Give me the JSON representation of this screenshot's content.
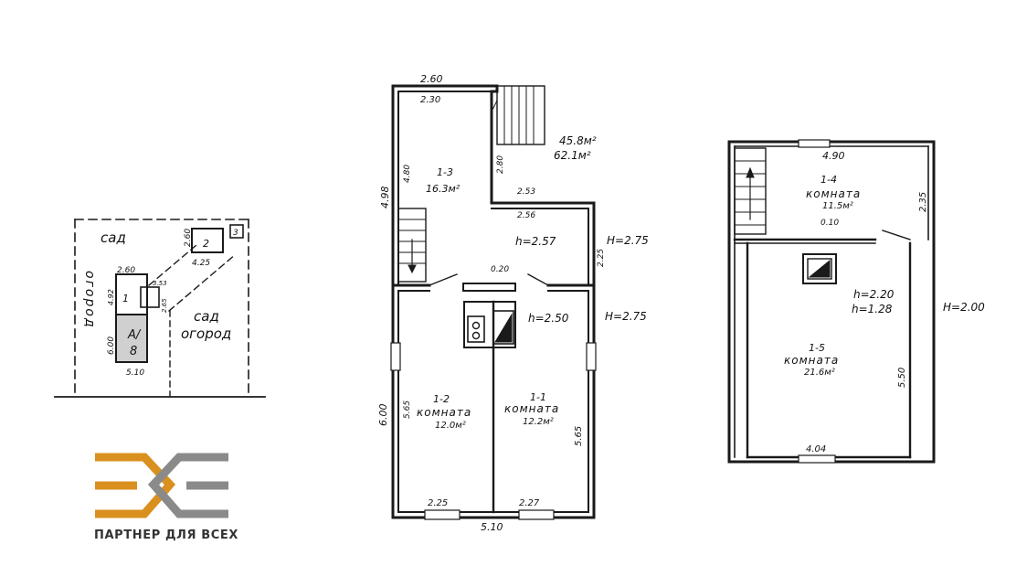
{
  "site_plan": {
    "garden_top": "сад",
    "building_2_number": "2",
    "building_3_number": "3",
    "dim_260_side": "2.60",
    "dim_425": "4.25",
    "dim_260_top": "2.60",
    "dim_492": "4.92",
    "dim_353": "3.53",
    "dim_265": "2.65",
    "section_1": "1",
    "dim_600": "6.00",
    "house_label_a": "А/",
    "house_label_b": "8",
    "dim_510": "5.10",
    "vegetable_garden_left": "огород",
    "garden_vegetable_right_1": "сад",
    "garden_vegetable_right_2": "огород"
  },
  "ground_floor": {
    "dim_top_outer": "2.60",
    "dim_top_inner": "2.30",
    "area_total_1": "45.8м²",
    "area_total_2": "62.1м²",
    "room_1_3_id": "1-3",
    "room_1_3_area": "16.3м²",
    "dim_498": "4.98",
    "dim_480": "4.80",
    "dim_280": "2.80",
    "dim_253": "2.53",
    "dim_256": "2.56",
    "height_257": "h=2.57",
    "height_outer_275_a": "H=2.75",
    "dim_225_side": "2.25",
    "dim_020": "0.20",
    "height_250": "h=2.50",
    "height_outer_275_b": "H=2.75",
    "room_1_2_id": "1-2",
    "room_1_2_name": "комната",
    "room_1_2_area": "12.0м²",
    "room_1_1_id": "1-1",
    "room_1_1_name": "комната",
    "room_1_1_area": "12.2м²",
    "dim_600": "6.00",
    "dim_565_left": "5.65",
    "dim_565_right": "5.65",
    "dim_225_bottom": "2.25",
    "dim_227": "2.27",
    "dim_510": "5.10"
  },
  "attic_floor": {
    "dim_490": "4.90",
    "room_1_4_id": "1-4",
    "room_1_4_name": "комната",
    "room_1_4_area": "11.5м²",
    "dim_235": "2.35",
    "dim_010": "0.10",
    "height_220": "h=2.20",
    "height_128": "h=1.28",
    "height_outer_200": "H=2.00",
    "room_1_5_id": "1-5",
    "room_1_5_name": "комната",
    "room_1_5_area": "21.6м²",
    "dim_550": "5.50",
    "dim_404": "4.04"
  },
  "brand": {
    "tagline": "ПАРТНЕР ДЛЯ ВСЕХ",
    "color_orange": "#d9901f",
    "color_gray": "#8a8a8a"
  }
}
